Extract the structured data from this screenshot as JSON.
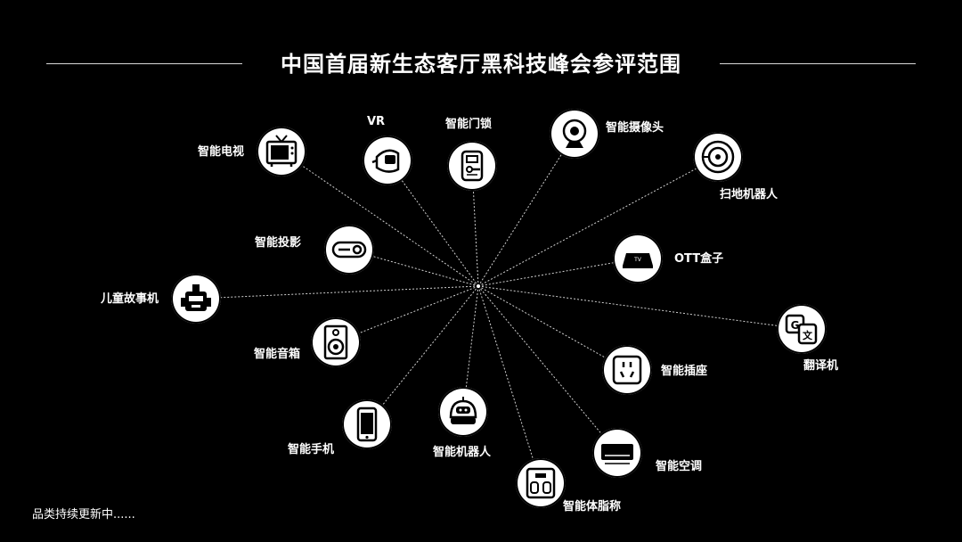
{
  "title": "中国首届新生态客厅黑科技峰会参评范围",
  "footer": "品类持续更新中......",
  "colors": {
    "background": "#000000",
    "node": "#ffffff",
    "line": "#cfcfcf"
  },
  "devices": [
    {
      "label": "智能电视",
      "icon": "tv-icon"
    },
    {
      "label": "VR",
      "icon": "vr-headset-icon"
    },
    {
      "label": "智能门锁",
      "icon": "door-lock-icon"
    },
    {
      "label": "智能摄像头",
      "icon": "camera-icon"
    },
    {
      "label": "扫地机器人",
      "icon": "robot-vacuum-icon"
    },
    {
      "label": "OTT盒子",
      "icon": "tv-box-icon"
    },
    {
      "label": "翻译机",
      "icon": "translate-icon"
    },
    {
      "label": "智能插座",
      "icon": "socket-icon"
    },
    {
      "label": "智能空调",
      "icon": "air-conditioner-icon"
    },
    {
      "label": "智能体脂称",
      "icon": "scale-icon"
    },
    {
      "label": "智能机器人",
      "icon": "robot-icon"
    },
    {
      "label": "智能手机",
      "icon": "phone-icon"
    },
    {
      "label": "智能音箱",
      "icon": "speaker-icon"
    },
    {
      "label": "儿童故事机",
      "icon": "story-machine-icon"
    },
    {
      "label": "智能投影",
      "icon": "projector-icon"
    }
  ]
}
